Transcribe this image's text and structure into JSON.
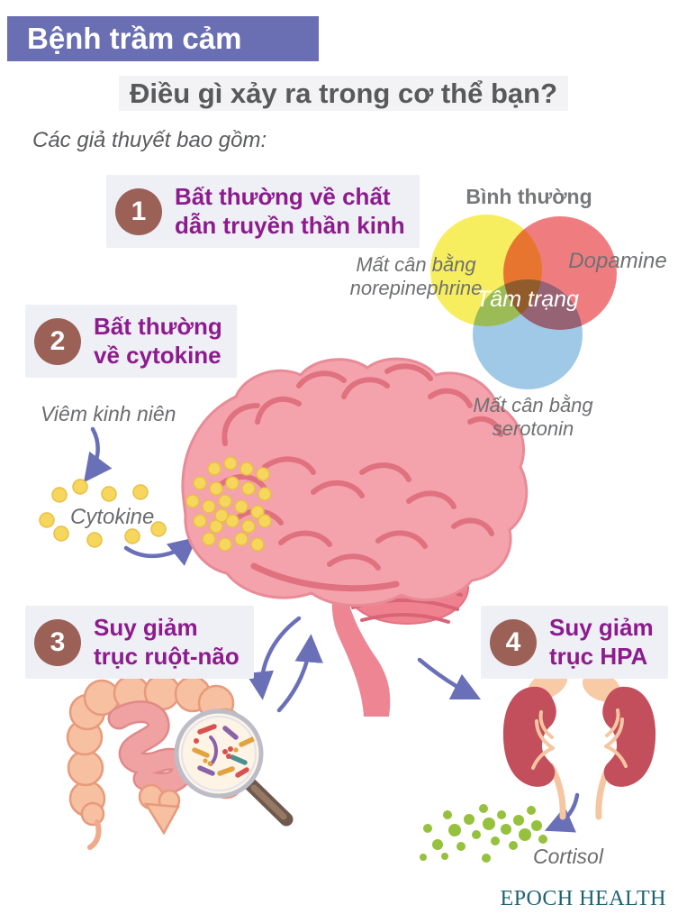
{
  "colors": {
    "banner-bg": "#6a6eb2",
    "badge-bg": "#eef0f6",
    "number-bg": "#9c6156",
    "accent-purple": "#8e1b8e",
    "heading-gray": "#58595b",
    "arrow": "#6a70b8",
    "venn-yellow": "#f7ee5f",
    "venn-red": "#ef7d80",
    "venn-blue": "#9fc9e6",
    "brain-pink": "#f4a2ac",
    "brain-fold": "#e0717f",
    "dot-yellow": "#f6d65c",
    "dot-green": "#95c13c",
    "kidney-red": "#c24f5b",
    "intestine-peach": "#f6c0a1",
    "brand-teal": "#20636f"
  },
  "header": {
    "banner": "Bệnh trầm cảm",
    "title": "Điều gì xảy ra trong cơ thể bạn?",
    "subtitle": "Các giả thuyết bao gồm:"
  },
  "hypotheses": [
    {
      "number": "1",
      "lines": [
        "Bất thường về chất",
        "dẫn truyền thần kinh"
      ]
    },
    {
      "number": "2",
      "lines": [
        "Bất thường",
        "về cytokine"
      ]
    },
    {
      "number": "3",
      "lines": [
        "Suy giảm",
        "trục ruột-não"
      ]
    },
    {
      "number": "4",
      "lines": [
        "Suy giảm",
        "trục HPA"
      ]
    }
  ],
  "venn": {
    "title": "Bình thường",
    "left_label_lines": [
      "Mất cân bằng",
      "norepinephrine"
    ],
    "right_label": "Dopamine",
    "center_label": "Tâm trạng",
    "bottom_label_lines": [
      "Mất cân bằng",
      "serotonin"
    ]
  },
  "cytokine_section": {
    "trigger_label": "Viêm kinh niên",
    "label": "Cytokine"
  },
  "hpa_section": {
    "label": "Cortisol"
  },
  "footer": {
    "brand": "EPOCH HEALTH"
  },
  "icons": {
    "brain": "brain-illustration",
    "gut": "intestines-illustration",
    "magnifier": "magnifying-glass-icon",
    "kidneys": "kidneys-adrenal-illustration"
  }
}
